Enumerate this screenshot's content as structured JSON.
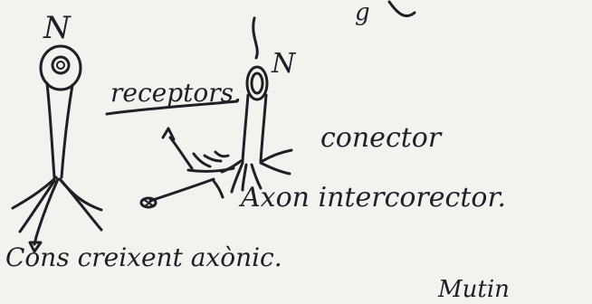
{
  "labels": {
    "top_partial": "g",
    "neuron_left": "N",
    "neuron_right": "N",
    "receptors": "receptors.",
    "conector": "conector",
    "axon_interconnector": "Axon intercorector.",
    "bottom_caption": "Cons creixent axònic.",
    "bottom_partial": "Mutin"
  },
  "colors": {
    "paper": "#f4f2ee",
    "ink": "#1f1f24"
  }
}
